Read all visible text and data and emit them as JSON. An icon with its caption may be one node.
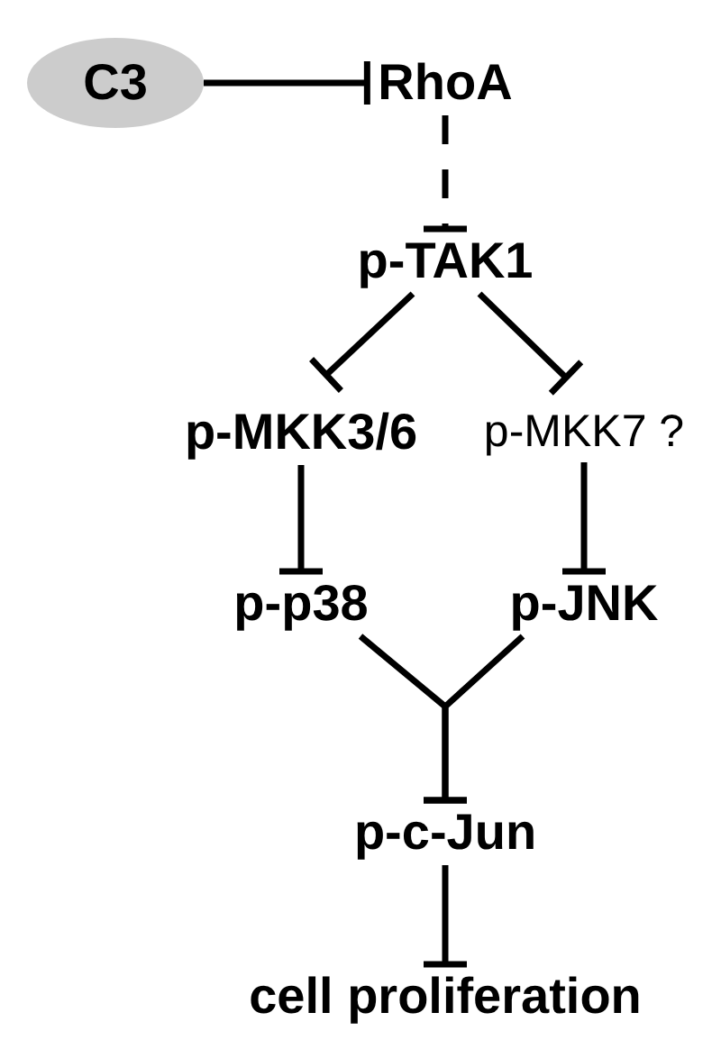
{
  "diagram": {
    "nodes": [
      {
        "text": [
          "C3"
        ]
      },
      {
        "text": [
          "RhoA"
        ]
      },
      {
        "text": [
          "p-TAK1"
        ]
      },
      {
        "text": [
          "p-MKK3/6"
        ]
      },
      {
        "text": [
          "p-MKK7 ?"
        ]
      },
      {
        "text": [
          "p-p38"
        ]
      },
      {
        "text": [
          "p-JNK"
        ]
      },
      {
        "text": [
          "p-c-Jun"
        ]
      },
      {
        "text": [
          "cell proliferation"
        ]
      }
    ],
    "edges": [
      {
        "from": 0,
        "to": 1,
        "arrow": "other"
      },
      {
        "from": 1,
        "to": 2,
        "arrow": "other",
        "style": "dashed"
      },
      {
        "from": 2,
        "to": 3,
        "arrow": "other"
      },
      {
        "from": 2,
        "to": 4,
        "arrow": "other"
      },
      {
        "from": 3,
        "to": 5,
        "arrow": "other"
      },
      {
        "from": 4,
        "to": 6,
        "arrow": "other"
      },
      {
        "from": 5,
        "to": 7,
        "arrow": "other"
      },
      {
        "from": 6,
        "to": 7,
        "arrow": "other"
      },
      {
        "from": 7,
        "to": 8,
        "arrow": "other"
      }
    ]
  }
}
